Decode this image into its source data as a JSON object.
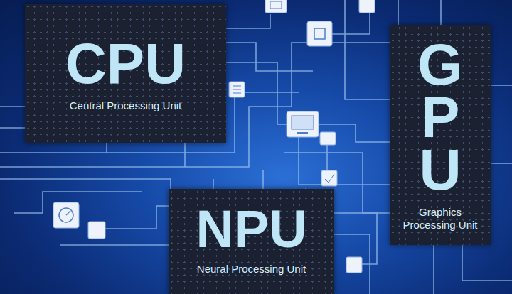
{
  "diagram": {
    "nodes": [
      {
        "text": [
          "CPU",
          "Central Processing Unit"
        ]
      },
      {
        "text": [
          "GPU",
          "Graphics Processing Unit"
        ]
      },
      {
        "text": [
          "NPU",
          "Neural Processing Unit"
        ]
      }
    ]
  }
}
